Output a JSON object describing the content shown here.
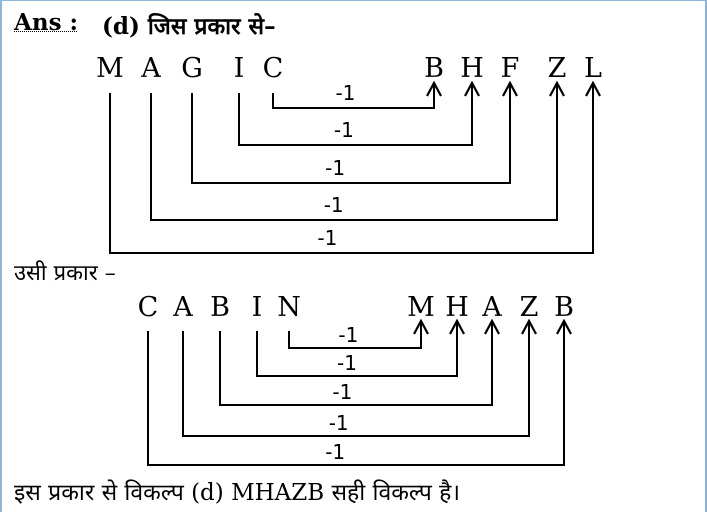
{
  "header": {
    "answer_label": "Ans :",
    "answer_rest": "(d) जिस प्रकार से–"
  },
  "transition_text": "उसी प्रकार –",
  "conclusion_text": "इस प्रकार से विकल्प (d) MHAZB सही विकल्प है।",
  "puzzle1": {
    "source": [
      "M",
      "A",
      "G",
      "I",
      "C"
    ],
    "target": [
      "B",
      "H",
      "F",
      "Z",
      "L"
    ],
    "links": [
      {
        "from": "C",
        "to": "B",
        "label": "-1"
      },
      {
        "from": "I",
        "to": "H",
        "label": "-1"
      },
      {
        "from": "G",
        "to": "F",
        "label": "-1"
      },
      {
        "from": "A",
        "to": "Z",
        "label": "-1"
      },
      {
        "from": "M",
        "to": "L",
        "label": "-1"
      }
    ]
  },
  "puzzle2": {
    "source": [
      "C",
      "A",
      "B",
      "I",
      "N"
    ],
    "target": [
      "M",
      "H",
      "A",
      "Z",
      "B"
    ],
    "links": [
      {
        "from": "N",
        "to": "M",
        "label": "-1"
      },
      {
        "from": "I",
        "to": "H",
        "label": "-1"
      },
      {
        "from": "B",
        "to": "A",
        "label": "-1"
      },
      {
        "from": "A",
        "to": "Z",
        "label": "-1"
      },
      {
        "from": "C",
        "to": "B",
        "label": "-1"
      }
    ]
  }
}
